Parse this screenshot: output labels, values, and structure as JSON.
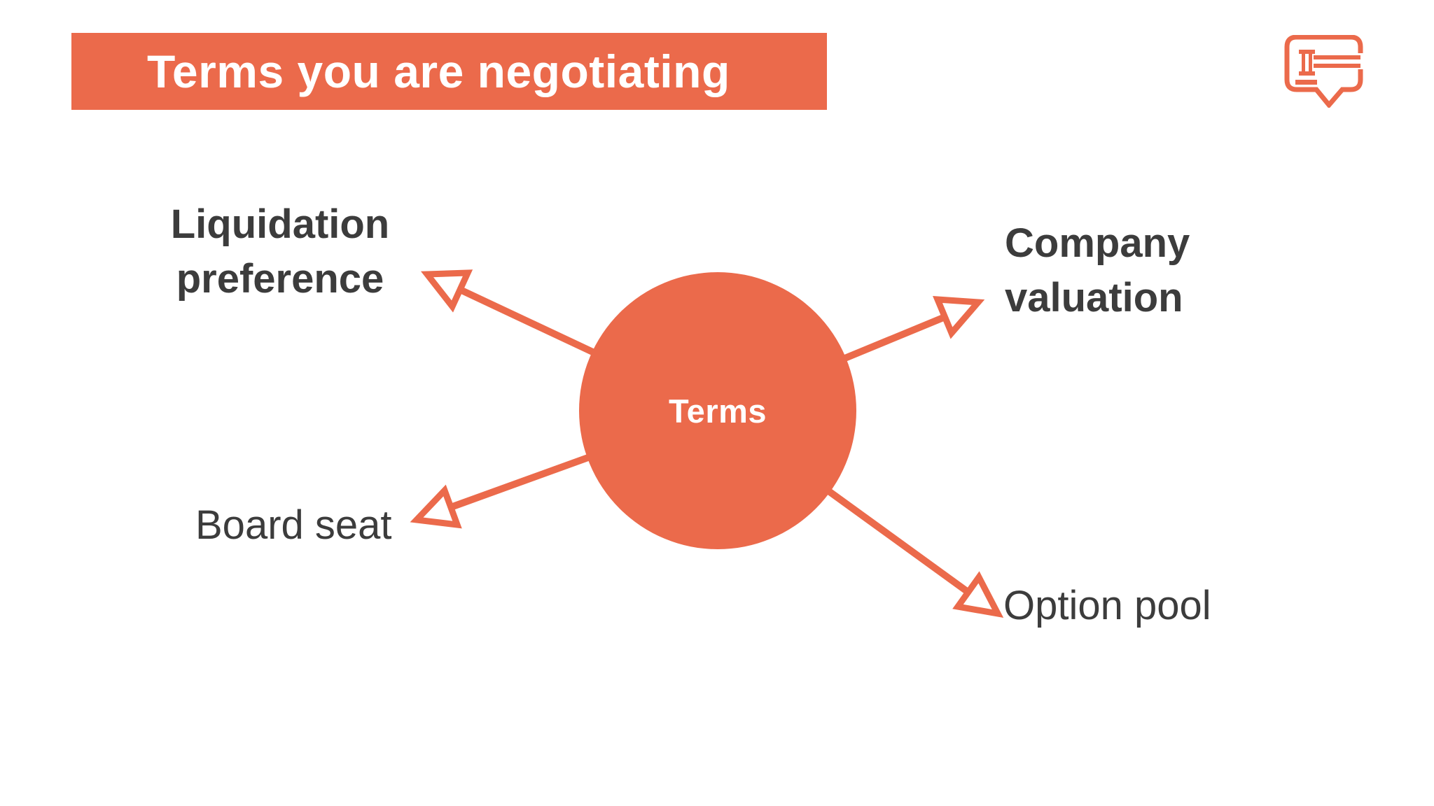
{
  "slide": {
    "title": "Terms you are negotiating",
    "hub": {
      "label": "Terms"
    },
    "nodes": [
      {
        "id": "liquidation-preference",
        "label": "Liquidation preference",
        "lines": [
          "Liquidation",
          "preference"
        ],
        "style": "bold",
        "position": "top-left"
      },
      {
        "id": "company-valuation",
        "label": "Company valuation",
        "lines": [
          "Company",
          "valuation"
        ],
        "style": "bold",
        "position": "top-right"
      },
      {
        "id": "board-seat",
        "label": "Board seat",
        "lines": [
          "Board seat"
        ],
        "style": "regular",
        "position": "bottom-left"
      },
      {
        "id": "option-pool",
        "label": "Option pool",
        "lines": [
          "Option pool"
        ],
        "style": "regular",
        "position": "bottom-right"
      }
    ],
    "logo": {
      "name": "gavel-speech-bubble"
    },
    "colors": {
      "accent": "#EB6A4B",
      "label_text": "#3C3C3C",
      "title_text": "#FFFFFF",
      "background": "#FFFFFF"
    }
  }
}
